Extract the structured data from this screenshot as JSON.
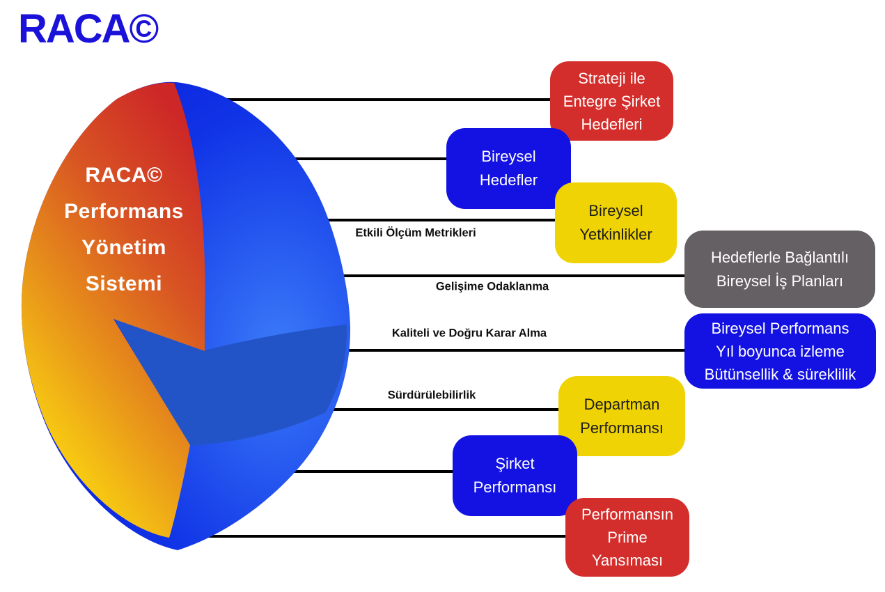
{
  "logo": "RACA©",
  "sphere": {
    "title": "RACA©\nPerformans\nYönetim\nSistemi",
    "cap_gradient": [
      "#cd2727",
      "#d85423",
      "#e8941a",
      "#f8cc12",
      "#ffe535"
    ],
    "body_blue": [
      "#3b7bf8",
      "#1033e6",
      "#0a14d4"
    ],
    "wedge_color": "#2254c7"
  },
  "connector_labels": [
    {
      "text": "Etkili Ölçüm Metrikleri"
    },
    {
      "text": "Gelişime Odaklanma"
    },
    {
      "text": "Kaliteli ve Doğru Karar Alma"
    },
    {
      "text": "Sürdürülebilirlik"
    }
  ],
  "nodes": [
    {
      "label": "Strateji ile\nEntegre Şirket\nHedefleri",
      "color": "#d32e2b",
      "text_color": "#ffffff"
    },
    {
      "label": "Bireysel\nHedefler",
      "color": "#1312e2",
      "text_color": "#ffffff"
    },
    {
      "label": "Bireysel\nYetkinlikler",
      "color": "#f0d304",
      "text_color": "#1c1c1c"
    },
    {
      "label": "Hedeflerle Bağlantılı\nBireysel İş Planları",
      "color": "#646064",
      "text_color": "#ffffff"
    },
    {
      "label": "Bireysel Performans\nYıl boyunca izleme\nBütünsellik & süreklilik",
      "color": "#1312e2",
      "text_color": "#ffffff"
    },
    {
      "label": "Departman\nPerformansı",
      "color": "#f0d304",
      "text_color": "#1c1c1c"
    },
    {
      "label": "Şirket\nPerformansı",
      "color": "#1312e2",
      "text_color": "#ffffff"
    },
    {
      "label": "Performansın\nPrime\nYansıması",
      "color": "#d32e2b",
      "text_color": "#ffffff"
    }
  ],
  "colors": {
    "logo_blue": "#1b12d9",
    "line_black": "#000000",
    "label_black": "#0e0e0e",
    "red": "#d32e2b",
    "blue": "#1312e2",
    "yellow": "#f0d304",
    "gray": "#646064"
  }
}
